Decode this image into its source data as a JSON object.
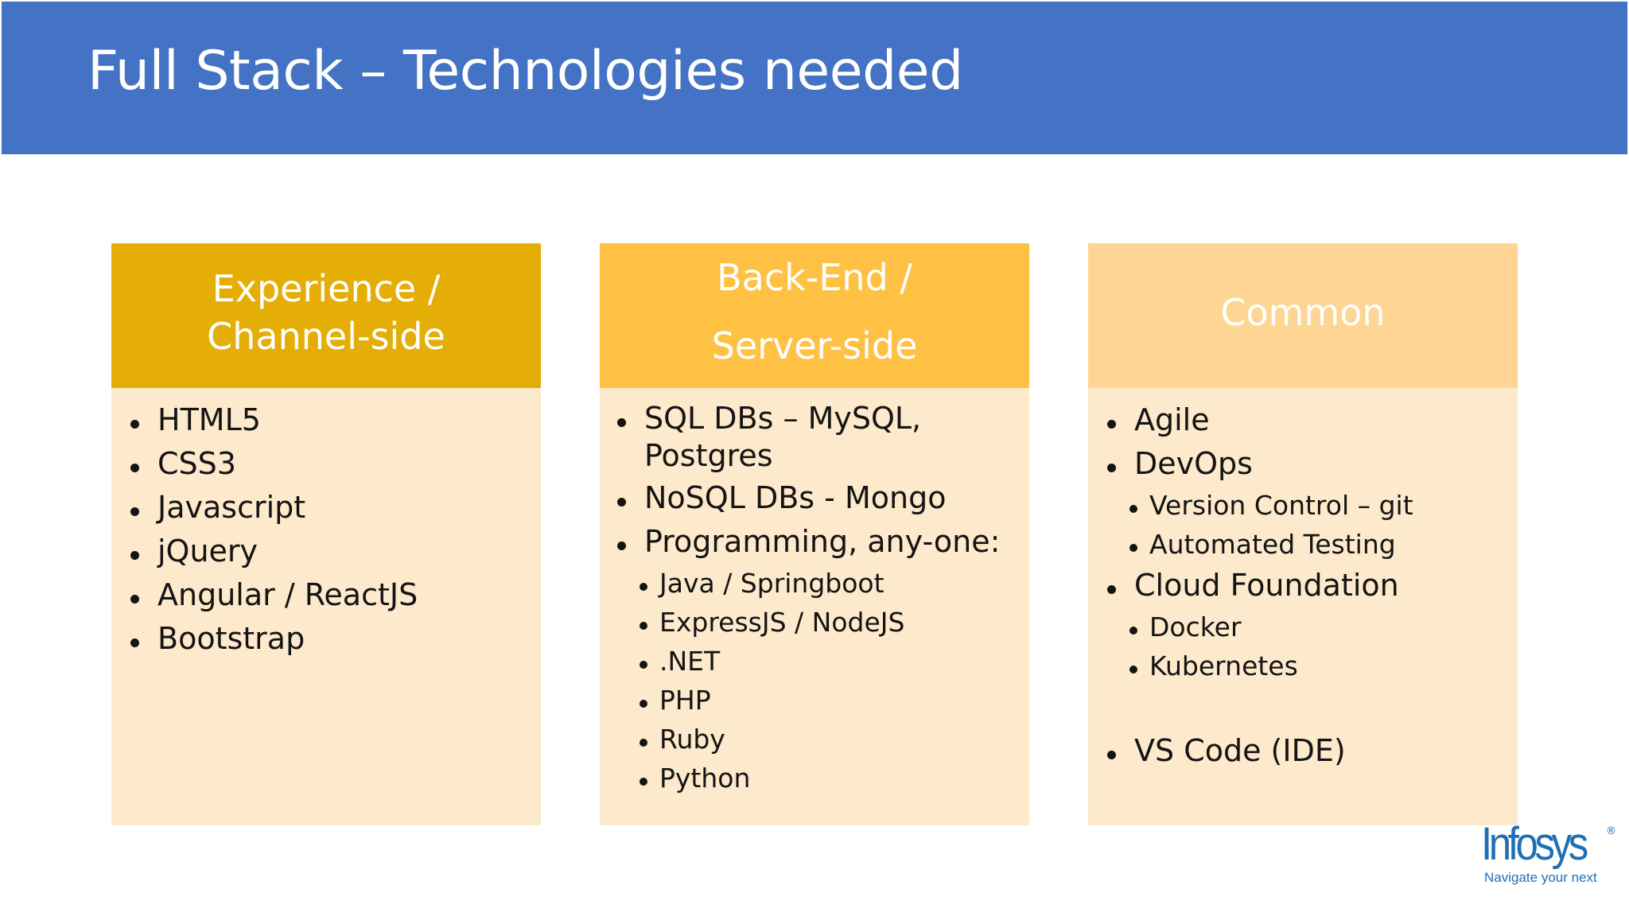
{
  "slide": {
    "title": "Full Stack – Technologies needed"
  },
  "columns": [
    {
      "header": [
        "Experience /",
        "Channel-side"
      ],
      "items": [
        {
          "text": "HTML5",
          "level": 1
        },
        {
          "text": "CSS3",
          "level": 1
        },
        {
          "text": "Javascript",
          "level": 1
        },
        {
          "text": "jQuery",
          "level": 1
        },
        {
          "text": "Angular / ReactJS",
          "level": 1
        },
        {
          "text": "Bootstrap",
          "level": 1
        }
      ]
    },
    {
      "header": [
        "Back-End /",
        "Server-side"
      ],
      "items": [
        {
          "text": "SQL DBs – MySQL,",
          "level": 1
        },
        {
          "text": "Postgres",
          "level": 0
        },
        {
          "text": "NoSQL DBs - Mongo",
          "level": 1
        },
        {
          "text": "Programming, any-one:",
          "level": 1
        },
        {
          "text": "Java / Springboot",
          "level": 2
        },
        {
          "text": "ExpressJS / NodeJS",
          "level": 2
        },
        {
          "text": ".NET",
          "level": 2
        },
        {
          "text": "PHP",
          "level": 2
        },
        {
          "text": "Ruby",
          "level": 2
        },
        {
          "text": "Python",
          "level": 2
        }
      ]
    },
    {
      "header": [
        "Common"
      ],
      "items": [
        {
          "text": "Agile",
          "level": 1
        },
        {
          "text": "DevOps",
          "level": 1
        },
        {
          "text": "Version Control – git",
          "level": 2
        },
        {
          "text": "Automated Testing",
          "level": 2
        },
        {
          "text": "Cloud Foundation",
          "level": 1
        },
        {
          "text": "Docker",
          "level": 2
        },
        {
          "text": "Kubernetes",
          "level": 2
        },
        {
          "text": "VS Code (IDE)",
          "level": 1
        }
      ]
    }
  ],
  "logo": {
    "name": "Infosys",
    "registered": "®",
    "tagline": "Navigate your next"
  },
  "colors": {
    "title_bar": "#4472c4",
    "header_1": "#e4ae06",
    "header_2": "#fec144",
    "header_3": "#fed593",
    "card_body": "#fde9cb",
    "logo_blue": "#1f6fb6"
  }
}
